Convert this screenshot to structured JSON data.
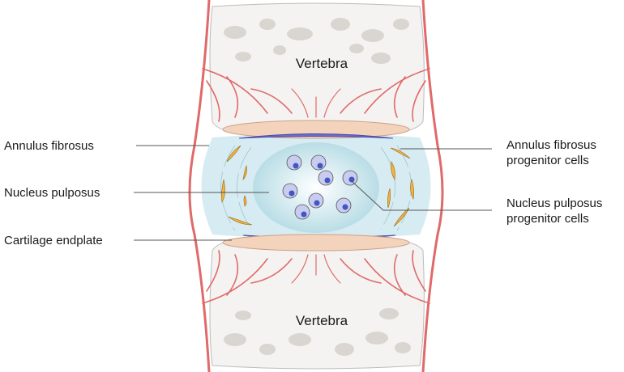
{
  "diagram": {
    "vertebra_top": "Vertebra",
    "vertebra_bottom": "Vertebra",
    "labels_left": {
      "annulus_fibrosus": "Annulus fibrosus",
      "nucleus_pulposus": "Nucleus pulposus",
      "cartilage_endplate": "Cartilage endplate"
    },
    "labels_right": {
      "afpc_line1": "Annulus fibrosus",
      "afpc_line2": "progenitor cells",
      "nppc_line1": "Nucleus pulposus",
      "nppc_line2": "progenitor cells"
    },
    "colors": {
      "vessel": "#e06a6a",
      "bone": "#f3f2f0",
      "trabecula": "#d9d6d2",
      "endplate": "#f4d3bd",
      "endplate_band": "#6c6cc9",
      "annulus": "#d6ecf2",
      "nucleus": "#bfe0e8",
      "cell": "#c9cbef",
      "cell_nucleus": "#3f58c4",
      "fibro_cell": "#f3b247"
    }
  }
}
